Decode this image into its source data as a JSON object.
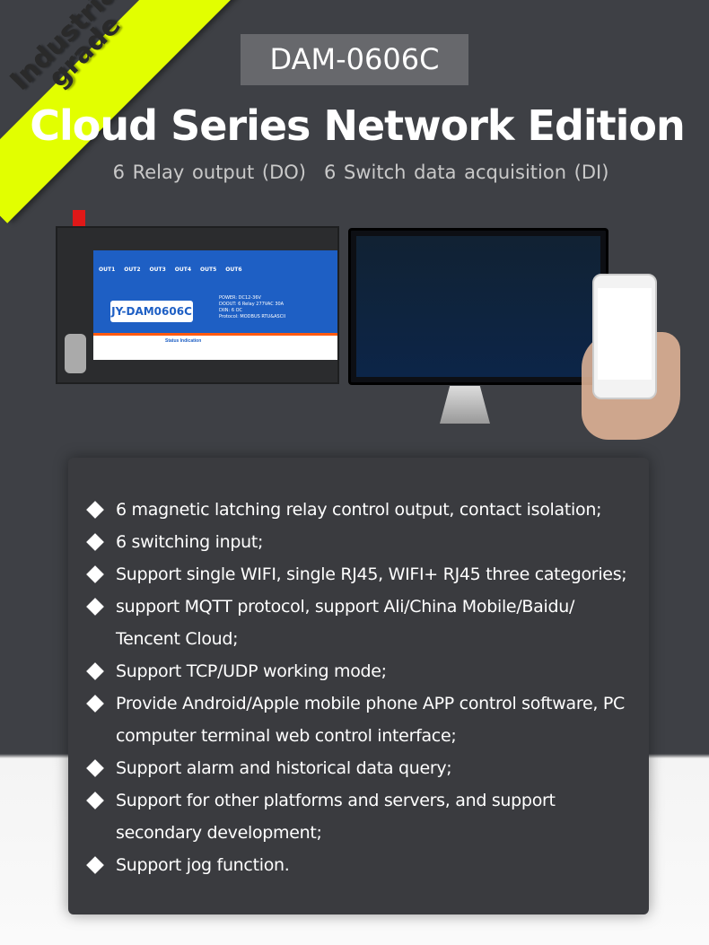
{
  "banner": {
    "line1": "Industrial",
    "line2": "grade"
  },
  "header": {
    "model": "DAM-0606C",
    "title": "Cloud Series Network Edition",
    "subtitle_do": "6 Relay output (DO)",
    "subtitle_di": "6 Switch data acquisition (DI)"
  },
  "device": {
    "label": "JY-DAM0606C",
    "outputs": [
      "OUT1",
      "OUT2",
      "OUT3",
      "OUT4",
      "OUT5",
      "OUT6"
    ],
    "specs": [
      "POWER: DC12-36V",
      "DOOUT: 6 Relay 277VAC 30A",
      "DIIN: 6 OC",
      "Protocol: MODBUS RTU&ASCII"
    ],
    "status": "Status Indication"
  },
  "features": [
    "6 magnetic latching relay control output, contact isolation;",
    "6 switching input;",
    "Support single WIFI, single RJ45, WIFI+ RJ45 three categories;",
    "support MQTT protocol, support Ali/China Mobile/Baidu/ Tencent Cloud;",
    "Support TCP/UDP working mode;",
    "Provide Android/Apple mobile phone APP control software, PC computer terminal web control interface;",
    "Support alarm and historical data query;",
    "Support for other platforms and servers, and support secondary development;",
    "Support jog function."
  ]
}
